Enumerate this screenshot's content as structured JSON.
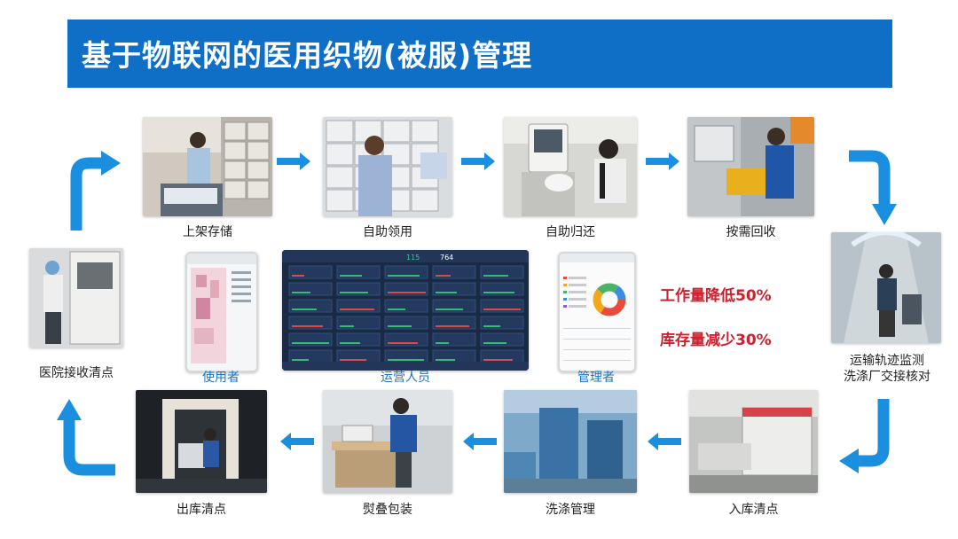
{
  "title": "基于物联网的医用织物(被服)管理",
  "steps": {
    "shelf_storage": "上架存储",
    "self_pickup": "自助领用",
    "self_return": "自助归还",
    "recycle": "按需回收",
    "transport_line1": "运输轨迹监测",
    "transport_line2": "洗涤厂交接核对",
    "warehouse_in": "入库清点",
    "washing": "洗涤管理",
    "ironing": "熨叠包装",
    "warehouse_out": "出库清点",
    "hospital_receive": "医院接收清点"
  },
  "roles": {
    "user": "使用者",
    "operator": "运营人员",
    "manager": "管理者"
  },
  "stats": {
    "workload": "工作量降低50%",
    "inventory": "库存量减少30%"
  },
  "dashboard": {
    "count_a": "115",
    "count_b": "764"
  },
  "colors": {
    "title_bg": "#0f6fc7",
    "arrow": "#1a8fe0",
    "stat_red": "#d0202e",
    "role_blue": "#1776c9"
  }
}
